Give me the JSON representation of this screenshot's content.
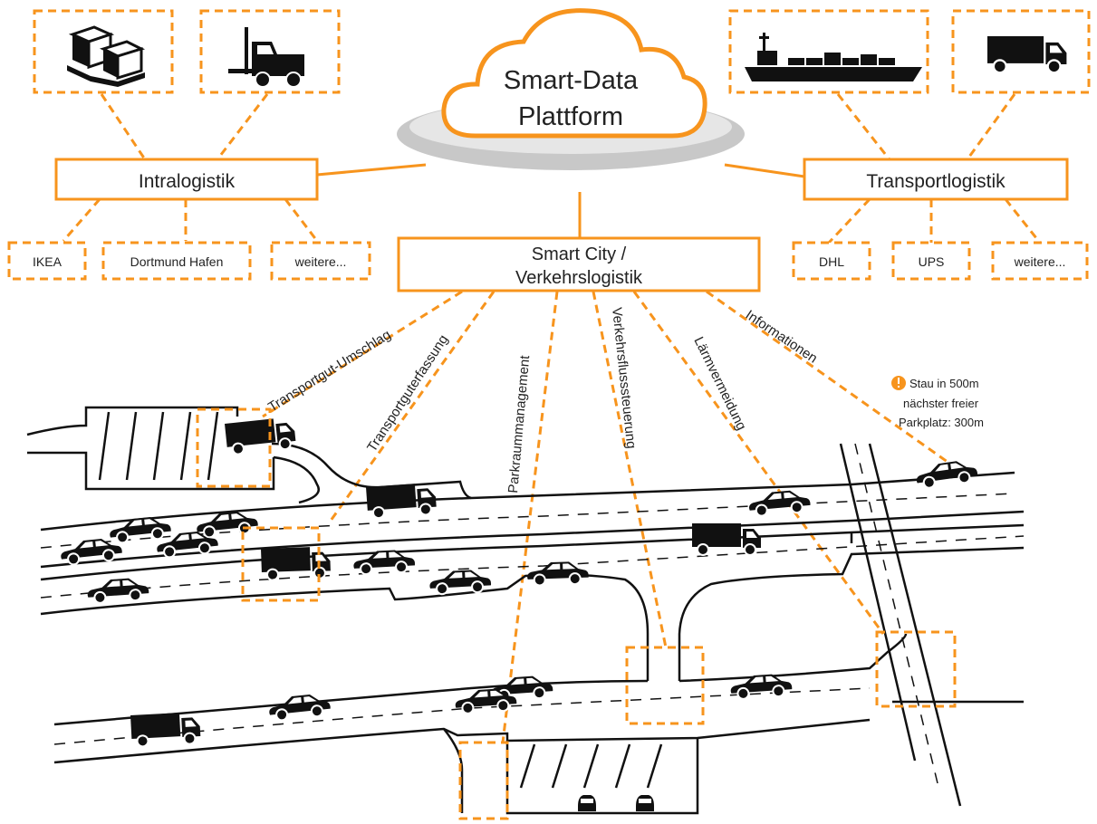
{
  "platform": {
    "line1": "Smart-Data",
    "line2": "Plattform"
  },
  "intralogistik": {
    "label": "Intralogistik",
    "icons": [
      "boxes-on-pallet-icon",
      "forklift-icon"
    ],
    "sub": [
      "IKEA",
      "Dortmund Hafen",
      "weitere..."
    ]
  },
  "transportlogistik": {
    "label": "Transportlogistik",
    "icons": [
      "container-ship-icon",
      "truck-icon"
    ],
    "sub": [
      "DHL",
      "UPS",
      "weitere..."
    ]
  },
  "smartcity": {
    "line1": "Smart City /",
    "line2": "Verkehrslogistik"
  },
  "topics": {
    "umschlag": "Transportgut-Umschlag",
    "erfassung": "Transportguterfassung",
    "parkraum": "Parkraummanagement",
    "verkehrsfluss": "Verkehrsflusssteuerung",
    "laerm": "Lärmvermeidung",
    "info": "Informationen"
  },
  "notice": {
    "icon": "warning-icon",
    "line1": "Stau in 500m",
    "line2": "nächster freier",
    "line3": "Parkplatz: 300m"
  },
  "colors": {
    "accent": "#f7941d",
    "ink": "#1a1a1a",
    "halo_outer": "#c8c8c8",
    "halo_inner": "#e6e6e6"
  }
}
